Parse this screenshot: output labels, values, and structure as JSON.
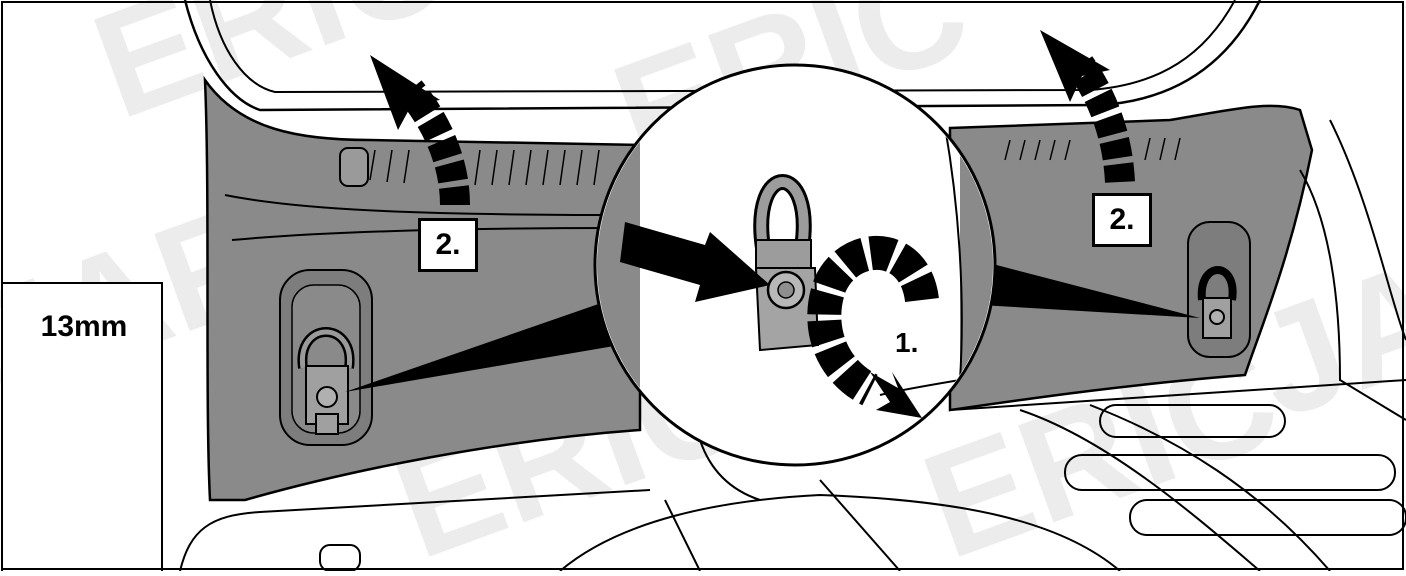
{
  "diagram": {
    "steps": [
      {
        "id": "step-1",
        "label": "1.",
        "action": "rotate-icon"
      },
      {
        "id": "step-2-left",
        "label": "2.",
        "action": "lift-up-arrow-icon"
      },
      {
        "id": "step-2-right",
        "label": "2.",
        "action": "lift-up-arrow-icon"
      }
    ],
    "tool": {
      "size_label": "13mm",
      "icon": "wrench-icon"
    },
    "watermark_text": "ERIC",
    "colors": {
      "trim_panel": "#8a8a8a",
      "outline": "#000000",
      "background": "#ffffff",
      "watermark": "#e6e6e6"
    }
  }
}
